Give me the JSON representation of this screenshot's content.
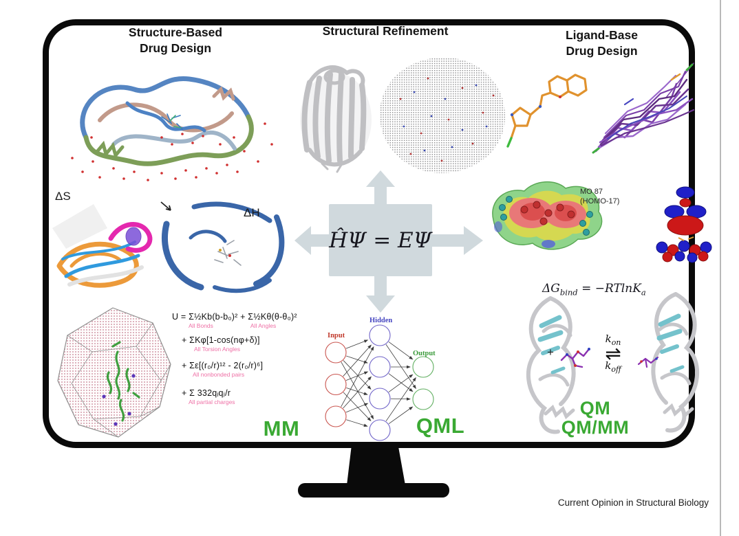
{
  "titles": {
    "sbdd1": "Structure-Based",
    "sbdd2": "Drug Design",
    "refinement": "Structural Refinement",
    "lbdd1": "Ligand-Base",
    "lbdd2": "Drug Design"
  },
  "labels": {
    "delta_s": "ΔS",
    "delta_h": "ΔH",
    "mo1": "MO 87",
    "mo2": "(HOMO-17)",
    "plus": "+",
    "equilibrium": "⇌",
    "k_base_on": "k",
    "k_sub_on": "on",
    "k_base_off": "k",
    "k_sub_off": "off"
  },
  "equations": {
    "schrodinger": "ĤΨ = EΨ",
    "dg_prefix": "ΔG",
    "dg_sub": "bind",
    "dg_mid": " = −RTlnK",
    "dg_sub2": "a",
    "ff_line1": "U = Σ½Kb(b-b₀)² + Σ½Kθ(θ-θ₀)²",
    "ff_line1_label1": "All Bonds",
    "ff_line1_label2": "All Angles",
    "ff_line2": "+ ΣKφ[1-cos(nφ+δ)]",
    "ff_line2_label": "All Torsion Angles",
    "ff_line3": "+ Σε[(r₀/r)¹² - 2(r₀/r)⁶]",
    "ff_line3_label": "All nonbonded pairs",
    "ff_line4": "+ Σ 332qᵢqⱼ/r",
    "ff_line4_label": "All partial charges"
  },
  "methods": {
    "mm": "MM",
    "qml": "QML",
    "qm": "QM",
    "qmmm": "QM/MM",
    "accent_green": "#3aa933"
  },
  "network": {
    "input": "Input",
    "hidden": "Hidden",
    "output": "Output",
    "input_count": 3,
    "hidden_count": 4,
    "output_count": 2,
    "input_color": "#c9544e",
    "hidden_color": "#6f63c8",
    "output_color": "#5fae5f"
  },
  "center_arrows_color": "#d0d9dd",
  "footer": {
    "journal": "Current Opinion in Structural Biology"
  }
}
